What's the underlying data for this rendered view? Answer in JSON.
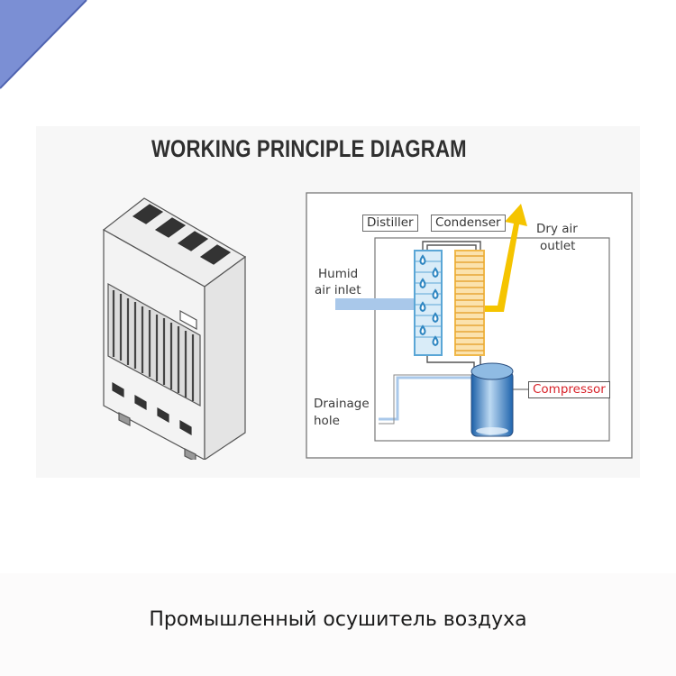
{
  "diagram": {
    "title": "WORKING PRINCIPLE DIAGRAM",
    "labels": {
      "distiller": "Distiller",
      "condenser": "Condenser",
      "dry_air_outlet_1": "Dry air",
      "dry_air_outlet_2": "outlet",
      "humid_air_inlet_1": "Humid",
      "humid_air_inlet_2": "air inlet",
      "drainage_hole_1": "Drainage",
      "drainage_hole_2": "hole",
      "compressor": "Compressor"
    }
  },
  "caption": "Промышленный осушитель воздуха",
  "colors": {
    "corner_accent": "#7b8fd4",
    "humid_air_arrow": "#a9c8ea",
    "dry_air_arrow": "#f5c400",
    "condenser_coil": "#f0b84a",
    "distiller_coil": "#5aa6d6",
    "compressor_label": "#d8232a"
  }
}
